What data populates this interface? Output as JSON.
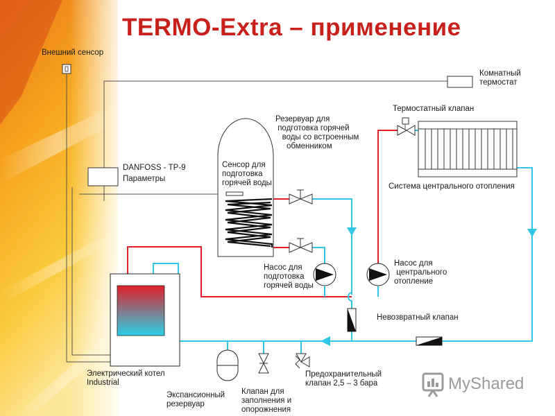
{
  "title": "TERMO-Extra – применение",
  "colors": {
    "hot": "#e41e26",
    "cold": "#32c6e6",
    "wire": "#555555",
    "title": "#c8201b"
  },
  "labels": {
    "outdoor_sensor": "Внешний сенсор",
    "room_thermostat": "Комнатный\nтермостат",
    "thermostatic_valve": "Термостатный клапан",
    "tank": "Резервуар для\n подготовка горячей\n   воды со встроенным\n     обменником",
    "danfoss": "DANFOSS - TP-9",
    "parameters": "Параметры",
    "dhw_sensor": "Сенсор для\nподготовка\nгорячей воды",
    "central_heating": "Система центрального отопления",
    "pump_dhw": "Насос для\nподготовка\nгорячей воды",
    "pump_ch": "Насос для\n центрального\nотопление",
    "check_valve": "Невозвратный клапан",
    "boiler": "Электрический котел\nIndustrial",
    "expansion": "Экспансионный\nрезервуар",
    "fill_valve": "Клапан для\nзаполнения и\nопорожнения",
    "safety_valve": "Предохранительный\nклапан 2,5 – 3 бара"
  },
  "logo": {
    "text": "MyShared",
    "icon": "myshared-logo-icon"
  }
}
